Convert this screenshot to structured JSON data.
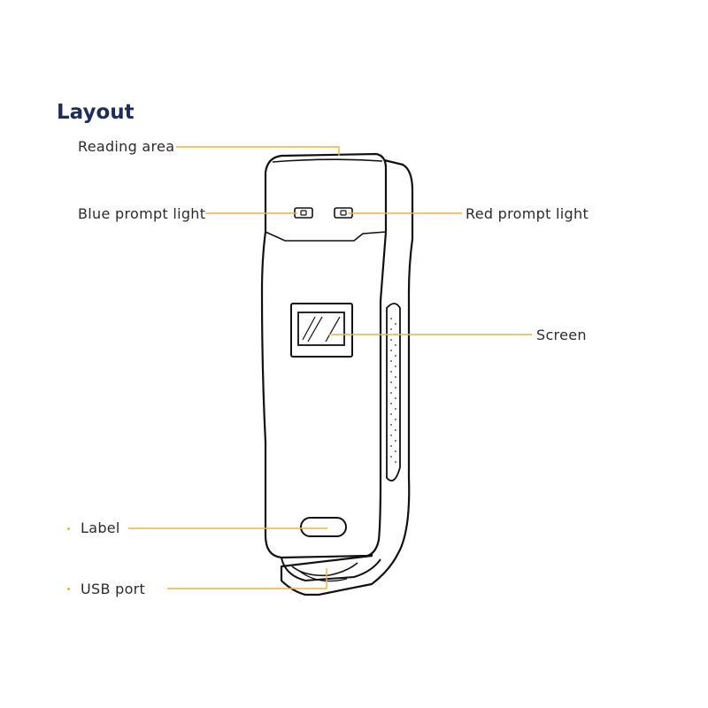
{
  "title": "Layout",
  "labels": {
    "reading_area": "Reading area",
    "blue_prompt_light": "Blue prompt light",
    "red_prompt_light": "Red prompt light",
    "screen": "Screen",
    "label": "Label",
    "usb_port": "USB port"
  },
  "colors": {
    "title": "#1f2d5a",
    "leader_line": "#f0b43c",
    "outline": "#111111"
  }
}
